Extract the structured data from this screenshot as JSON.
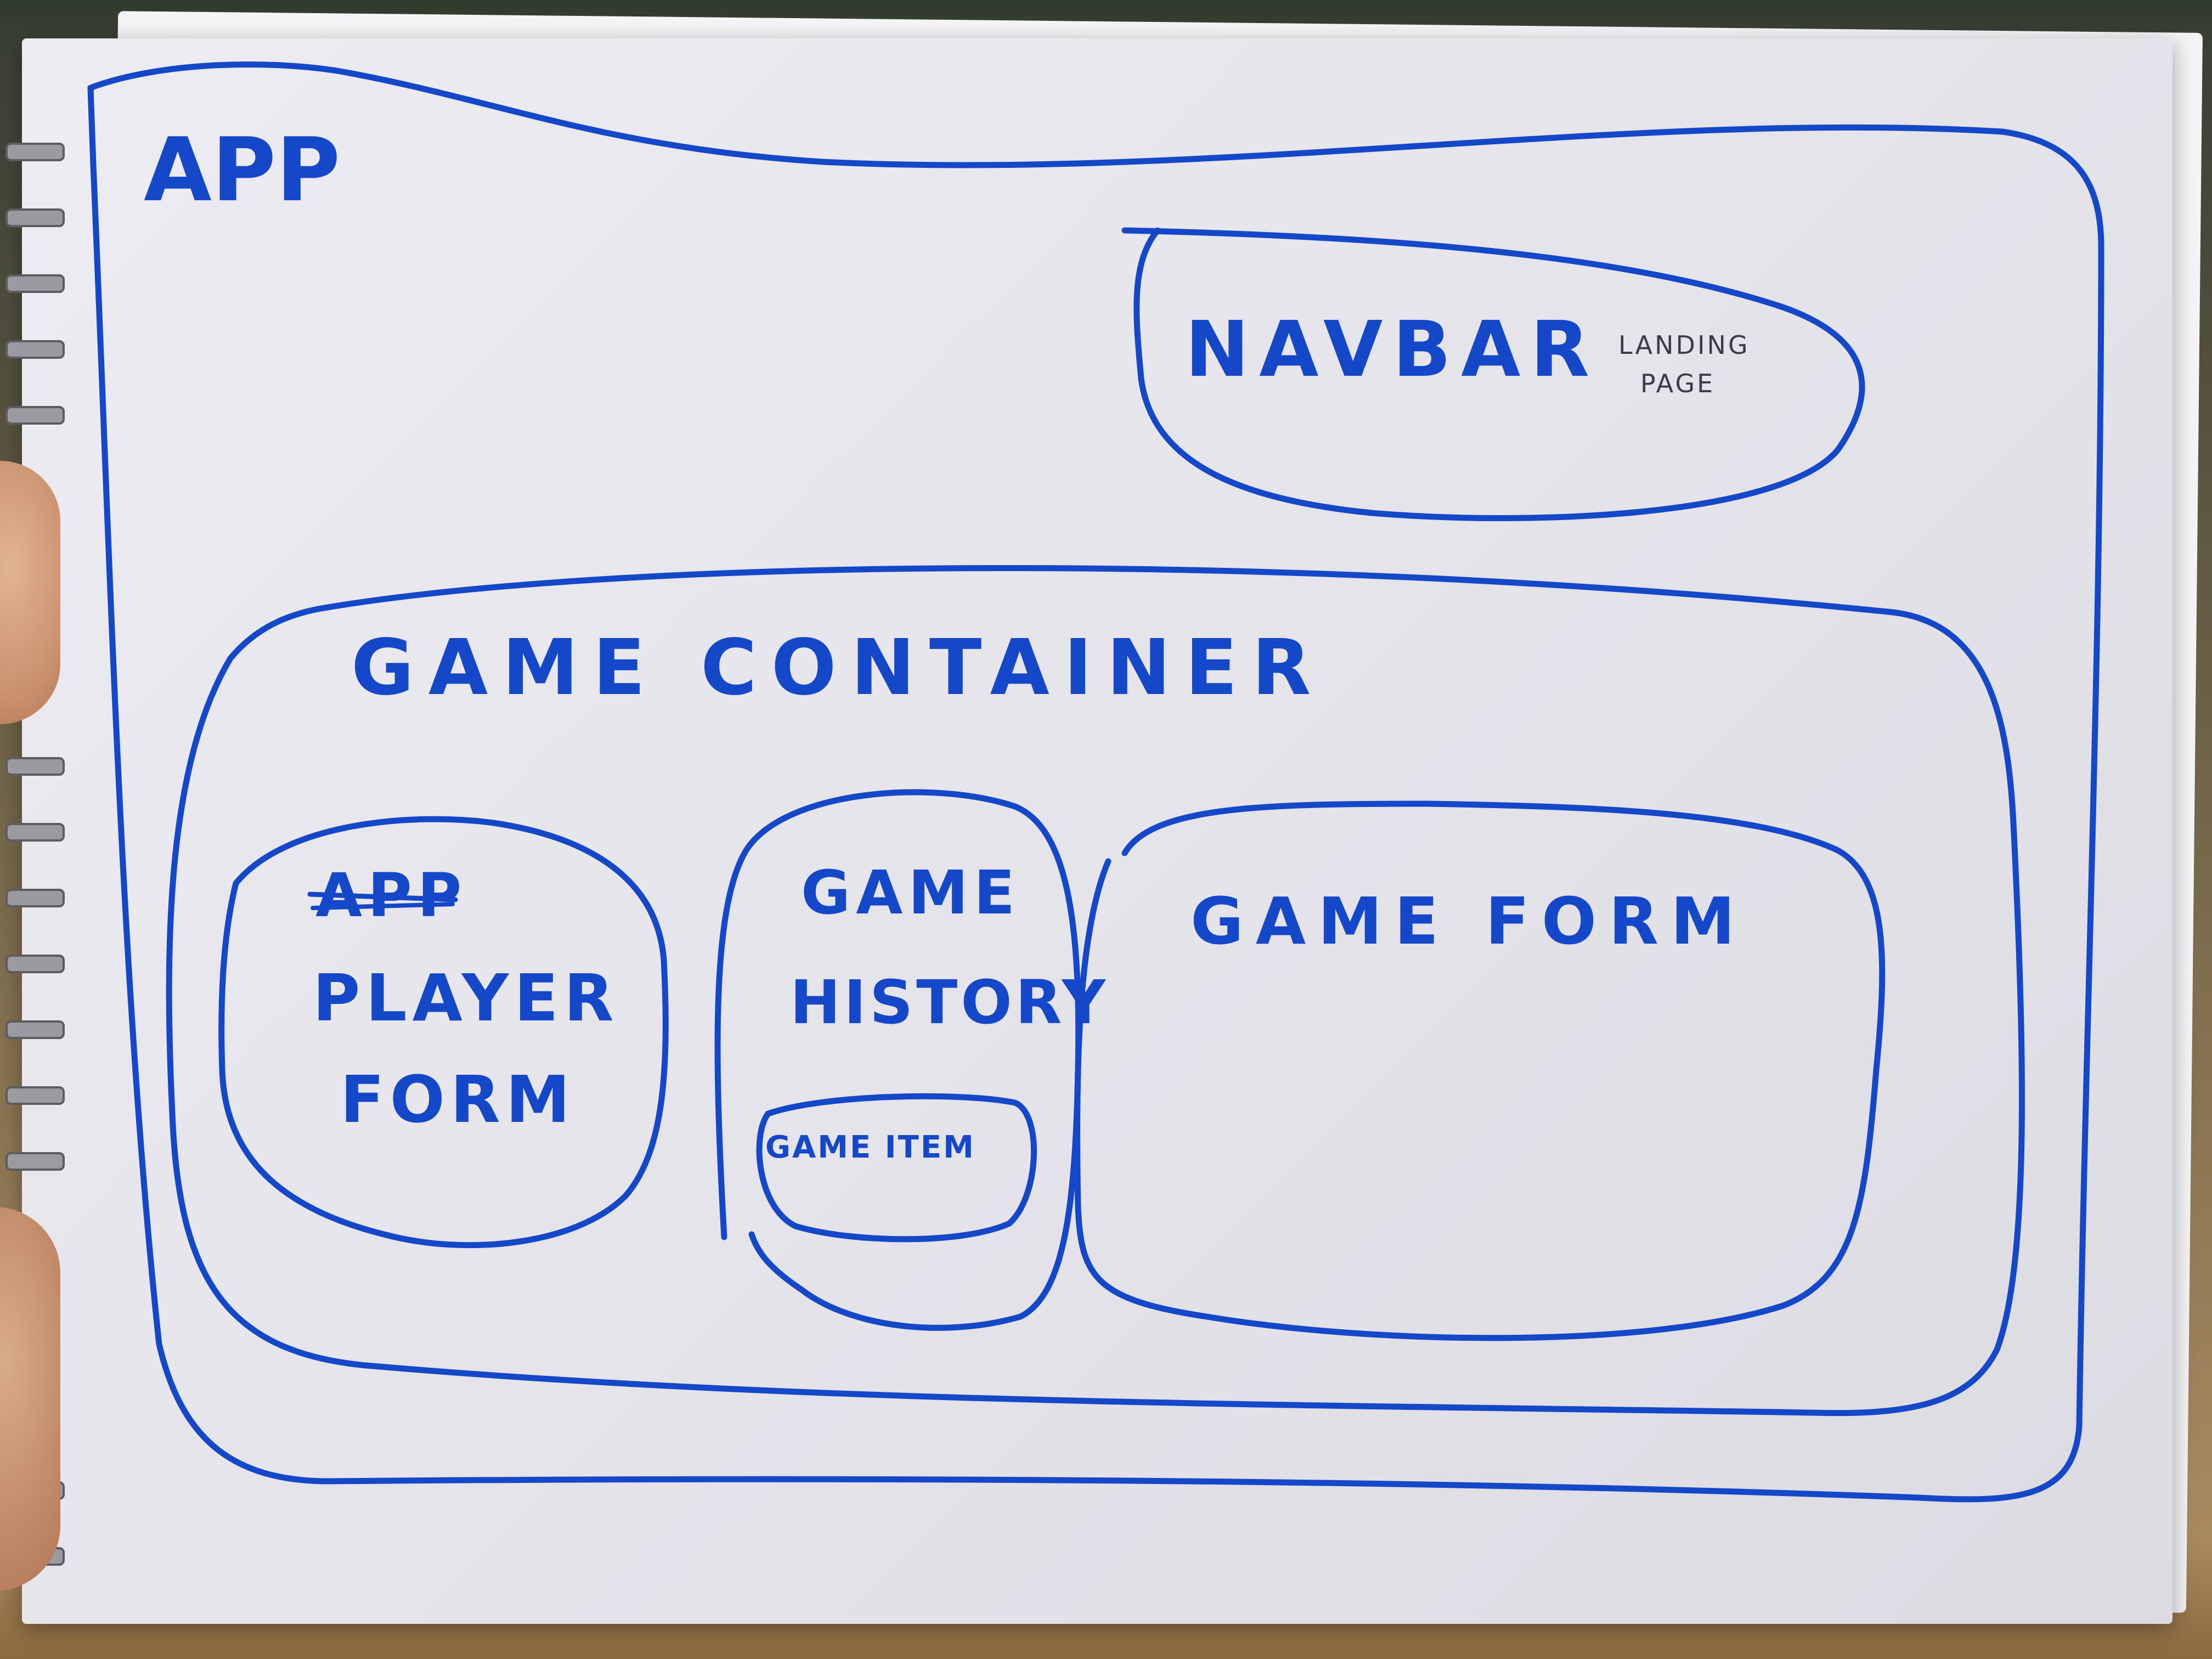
{
  "diagram": {
    "app": {
      "label": "APP"
    },
    "navbar": {
      "label": "NAVBAR",
      "note_line1": "LANDING",
      "note_line2": "PAGE"
    },
    "game_container": {
      "label": "GAME CONTAINER"
    },
    "player_form": {
      "struck_label": "APP",
      "label_line1": "PLAYER",
      "label_line2": "FORM"
    },
    "game_history": {
      "label_line1": "GAME",
      "label_line2": "HISTORY"
    },
    "game_item": {
      "label": "GAME ITEM"
    },
    "game_form": {
      "label": "GAME FORM"
    },
    "ink_color": "#1547c9"
  }
}
